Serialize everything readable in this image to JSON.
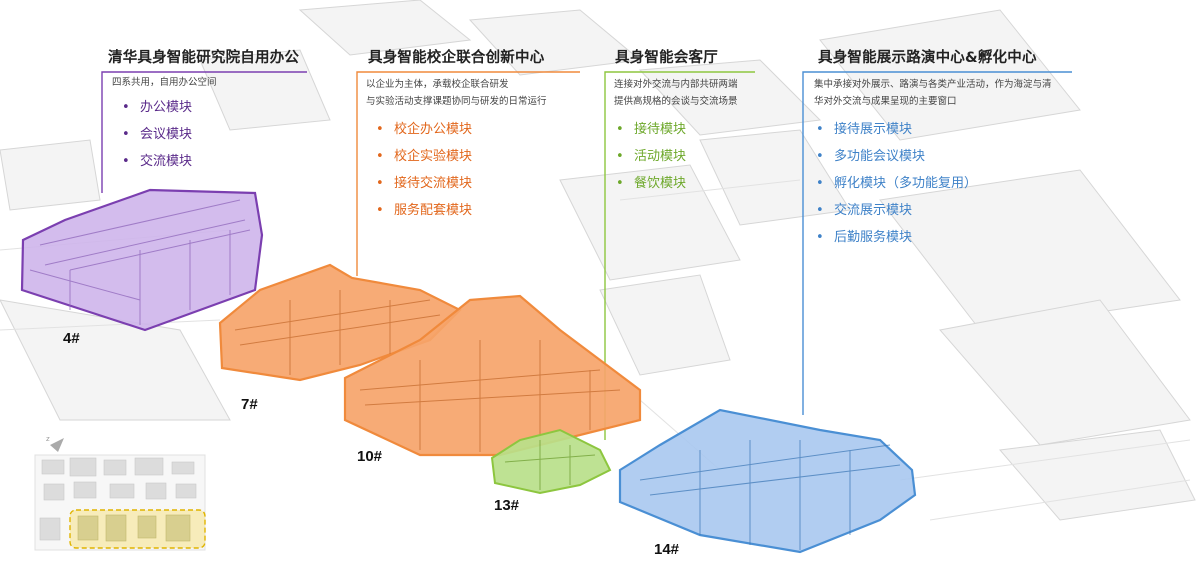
{
  "colors": {
    "purple": "#7b3fb0",
    "orange": "#f08a3c",
    "green": "#8dc63f",
    "blue": "#4a8fd4"
  },
  "panels": [
    {
      "id": "4",
      "color": "#7b3fb0",
      "title": "清华具身智能研究院自用办公",
      "desc": [
        "四系共用，自用办公空间"
      ],
      "items": [
        "办公模块",
        "会议模块",
        "交流模块"
      ]
    },
    {
      "id": "7-10",
      "color": "#f08a3c",
      "title": "具身智能校企联合创新中心",
      "desc": [
        "以企业为主体，承载校企联合研发",
        "与实验活动支撑课题协同与研发的日常运行"
      ],
      "items": [
        "校企办公模块",
        "校企实验模块",
        "接待交流模块",
        "服务配套模块"
      ]
    },
    {
      "id": "13",
      "color": "#8dc63f",
      "title": "具身智能会客厅",
      "desc": [
        "连接对外交流与内部共研两端",
        "提供高规格的会谈与交流场景"
      ],
      "items": [
        "接待模块",
        "活动模块",
        "餐饮模块"
      ]
    },
    {
      "id": "14",
      "color": "#4a8fd4",
      "title": "具身智能展示路演中心&孵化中心",
      "desc": [
        "集中承接对外展示、路演与各类产业活动，作为海淀与清",
        "华对外交流与成果呈现的主要窗口"
      ],
      "items": [
        "接待展示模块",
        "多功能会议模块",
        "孵化模块（多功能复用）",
        "交流展示模块",
        "后勤服务模块"
      ]
    }
  ],
  "buildings": [
    "4#",
    "7#",
    "10#",
    "13#",
    "14#"
  ]
}
